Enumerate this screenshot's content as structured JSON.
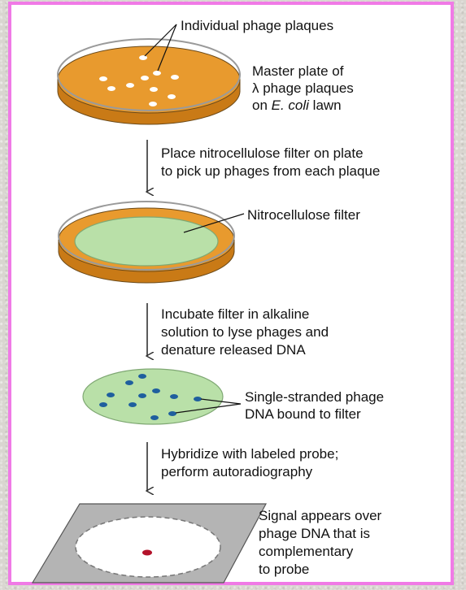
{
  "colors": {
    "border": "#f07ae6",
    "plate_orange": "#e89a2e",
    "plate_orange_dark": "#c97a16",
    "filter_green": "#b9e0a8",
    "filter_edge": "#7fa873",
    "dna_spot": "#1f5f9e",
    "signal_spot": "#b3122a",
    "film_gray": "#b4b4b4"
  },
  "labels": {
    "plaques": "Individual phage plaques",
    "master_plate": [
      "Master plate of",
      "λ phage plaques",
      "on E. coli lawn"
    ],
    "step1": [
      "Place nitrocellulose filter on plate",
      "to pick up phages from each plaque"
    ],
    "filter": "Nitrocellulose filter",
    "step2": [
      "Incubate filter in alkaline",
      "solution to lyse phages and",
      "denature released DNA"
    ],
    "ssdna": [
      "Single-stranded phage",
      "DNA bound to filter"
    ],
    "step3": [
      "Hybridize with labeled probe;",
      "perform autoradiography"
    ],
    "signal": [
      "Signal appears over",
      "phage DNA that is",
      "complementary",
      "to probe"
    ]
  },
  "icons": [
    "arrow-down-icon"
  ]
}
